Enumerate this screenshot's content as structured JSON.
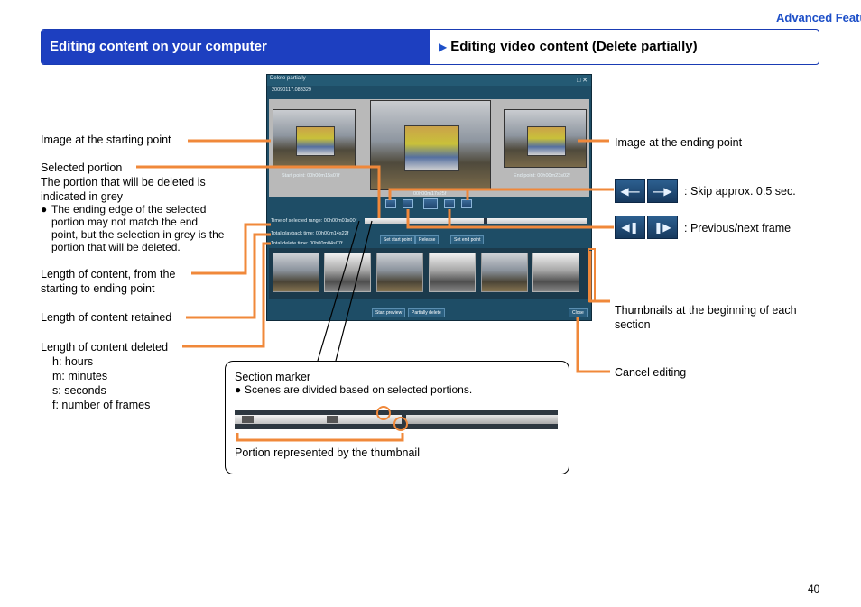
{
  "section_title": "Advanced Features",
  "header": {
    "left": "Editing content on your computer",
    "right": "Editing video content (Delete partially)"
  },
  "left_labels": {
    "start_image": "Image at the starting point",
    "selected_portion": "Selected portion",
    "selected_desc_1": "The portion that will be deleted is",
    "selected_desc_2": "indicated in grey",
    "bullet_1": "The ending edge of the selected",
    "bullet_2": "portion may not match the end",
    "bullet_3": "point, but the selection in grey is the",
    "bullet_4": "portion that will be deleted.",
    "length_1": "Length of content, from the",
    "length_2": "starting to ending point",
    "retained": "Length of content retained",
    "deleted": "Length of content deleted",
    "unit_h": "h:  hours",
    "unit_m": "m: minutes",
    "unit_s": "s:  seconds",
    "unit_f": "f:   number of frames"
  },
  "right_labels": {
    "end_image": "Image at the ending point",
    "skip": ": Skip approx. 0.5 sec.",
    "frame": ": Previous/next frame",
    "thumbs_1": "Thumbnails at the beginning of each",
    "thumbs_2": "section",
    "cancel": "Cancel editing"
  },
  "callout": {
    "title": "Section marker",
    "bullet": "Scenes are divided based on selected portions.",
    "footer": "Portion represented by the thumbnail"
  },
  "window": {
    "title": "Delete partially",
    "subtitle": "20090117.083329",
    "start_point": "Start point: 00h00m15s07f",
    "end_point": "End point: 00h00m23s02f",
    "timecode": "00h00m17s25f",
    "selected_range": "Time of selected range:  00h00m01s00f",
    "playback_time": "Total playback time:  00h00m14s22f",
    "delete_time": "Total delete time:  00h00m04s07f",
    "set_start": "Set start point",
    "release": "Release",
    "set_end": "Set end point",
    "start_preview": "Start preview",
    "partially_delete": "Partially delete",
    "close": "Close"
  },
  "colors": {
    "accent_blue": "#1d3fc0",
    "callout_orange": "#f0883a"
  },
  "page_number": "40"
}
